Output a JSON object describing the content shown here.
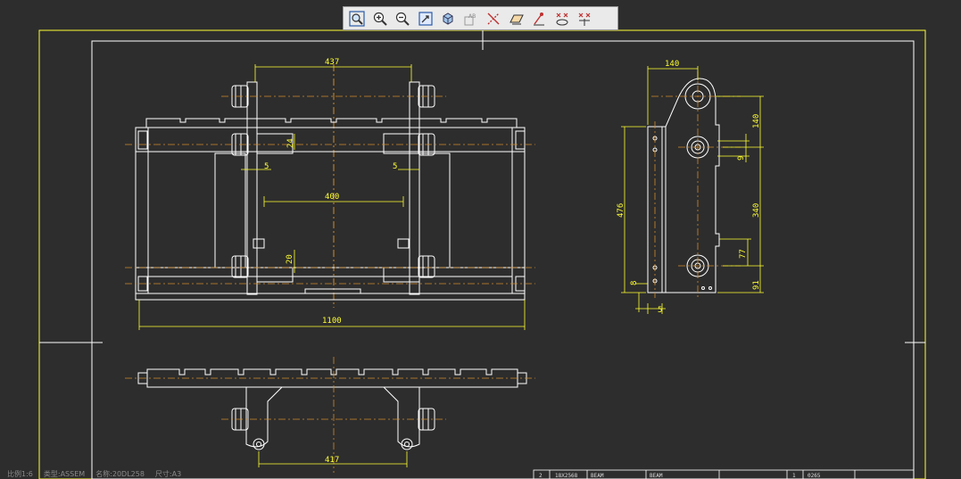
{
  "toolbar": {
    "buttons": [
      {
        "name": "zoom-fit-button",
        "icon": "zoom-fit-icon"
      },
      {
        "name": "zoom-in-button",
        "icon": "zoom-in-icon"
      },
      {
        "name": "zoom-out-button",
        "icon": "zoom-out-icon"
      },
      {
        "name": "zoom-window-button",
        "icon": "zoom-window-icon"
      },
      {
        "name": "shading-button",
        "icon": "cube-icon"
      },
      {
        "name": "annotation-button",
        "icon": "annotation-icon"
      },
      {
        "name": "datum-axis-button",
        "icon": "datum-axis-icon"
      },
      {
        "name": "datum-plane-button",
        "icon": "datum-plane-icon"
      },
      {
        "name": "datum-point-button",
        "icon": "datum-point-icon"
      },
      {
        "name": "coord-sys-button",
        "icon": "coord-sys-icon"
      },
      {
        "name": "spin-center-button",
        "icon": "spin-center-icon"
      }
    ]
  },
  "dimensions": {
    "top_437": "437",
    "v_24": "24",
    "left_5": "5",
    "right_5": "5",
    "mid_400": "400",
    "v_20": "20",
    "total_1100": "1100",
    "side_140_top": "140",
    "side_140_v": "140",
    "side_9": "9",
    "side_476": "476",
    "side_340": "340",
    "side_77": "77",
    "side_8": "8",
    "side_91": "91",
    "side_5": "5",
    "bottom_417": "417"
  },
  "title_block": {
    "cell1": "2",
    "cell2": "18X2568",
    "cell3": "BEAM",
    "cell4": "BEAM",
    "cell5": "1",
    "cell6": "0265"
  },
  "status": {
    "scale": "比例1:6",
    "type": "类型:ASSEM",
    "name": "名称:20DL258",
    "size": "尺寸:A3"
  },
  "colors": {
    "background": "#2d2d2d",
    "geometry": "#ffffff",
    "dimension": "#ffff33",
    "centerline": "#d08a2a",
    "frame": "#ffff33"
  }
}
